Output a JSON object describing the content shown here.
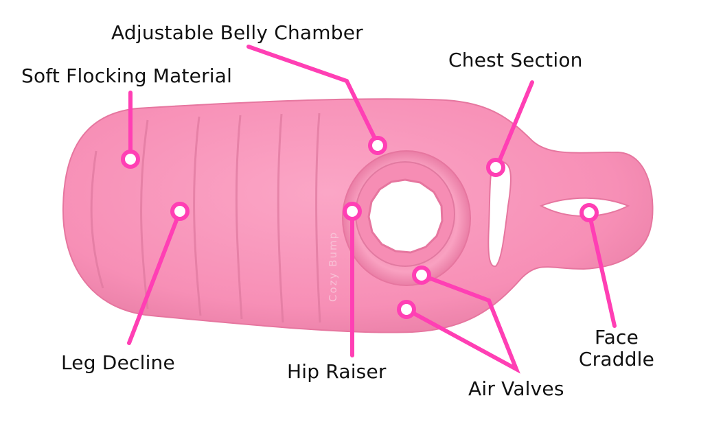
{
  "labels": {
    "belly": "Adjustable Belly Chamber",
    "chest": "Chest Section",
    "flocking": "Soft Flocking Material",
    "leg": "Leg Decline",
    "hip": "Hip Raiser",
    "valves": "Air Valves",
    "face_line1": "Face",
    "face_line2": "Craddle"
  },
  "logo_text": "Cozy Bump",
  "colors": {
    "accent": "#ff3fb4",
    "pillow": "#f78fb6",
    "pillow_shadow": "#e6769f",
    "text": "#111111"
  }
}
